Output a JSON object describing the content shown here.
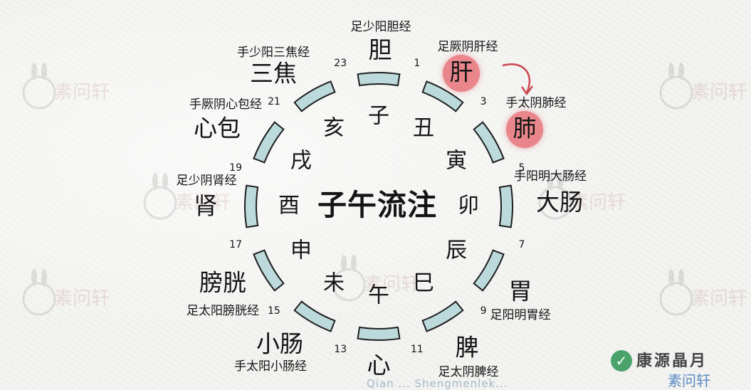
{
  "center_title": "子午流注",
  "branches": [
    "子",
    "丑",
    "寅",
    "卯",
    "辰",
    "巳",
    "午",
    "未",
    "申",
    "酉",
    "戌",
    "亥"
  ],
  "hours": [
    "1",
    "3",
    "5",
    "7",
    "9",
    "11",
    "13",
    "15",
    "17",
    "19",
    "21",
    "23"
  ],
  "organs": [
    "胆",
    "肝",
    "肺",
    "大肠",
    "胃",
    "脾",
    "心",
    "小肠",
    "膀胱",
    "肾",
    "心包",
    "三焦"
  ],
  "meridians": [
    "足少阳胆经",
    "足厥阴肝经",
    "手太阴肺经",
    "手阳明大肠经",
    "足阳明胃经",
    "足太阴脾经",
    "",
    "手太阳小肠经",
    "足太阳膀胱经",
    "足少阴肾经",
    "手厥阴心包经",
    "手少阳三焦经"
  ],
  "highlighted_organs": [
    "肝",
    "肺"
  ],
  "colors": {
    "segment_fill": "#bcdadb",
    "segment_stroke": "#1e1e1e",
    "highlight": "#e8868c",
    "arrow": "#c9484f",
    "text": "#141414"
  },
  "icons": {
    "arrow": "curved-arrow-icon",
    "watermark": "rabbit-watermark-icon",
    "logo": "leaf-logo-icon"
  },
  "watermark_text": "素问轩",
  "footer": {
    "logo_text": "康源晶月",
    "sub_text": "素问轩",
    "url_text": "Qian ... Shengmenlek..."
  }
}
